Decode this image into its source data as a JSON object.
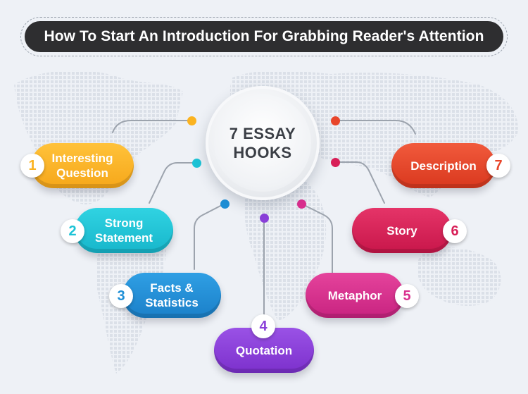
{
  "title": "How To Start An Introduction For Grabbing Reader's Attention",
  "hub": {
    "line1": "7 ESSAY",
    "line2": "HOOKS"
  },
  "colors": {
    "hook1": "#fbb320",
    "hook2": "#1cc3d6",
    "hook3": "#1e8fd6",
    "hook4": "#8a3fd9",
    "hook5": "#d92f8e",
    "hook6": "#d81f57",
    "hook7": "#e8452a",
    "title_bg": "#2e2e30"
  },
  "hooks": [
    {
      "number": "1",
      "label": "Interesting\nQuestion"
    },
    {
      "number": "2",
      "label": "Strong\nStatement"
    },
    {
      "number": "3",
      "label": "Facts &\nStatistics"
    },
    {
      "number": "4",
      "label": "Quotation"
    },
    {
      "number": "5",
      "label": "Metaphor"
    },
    {
      "number": "6",
      "label": "Story"
    },
    {
      "number": "7",
      "label": "Description"
    }
  ]
}
